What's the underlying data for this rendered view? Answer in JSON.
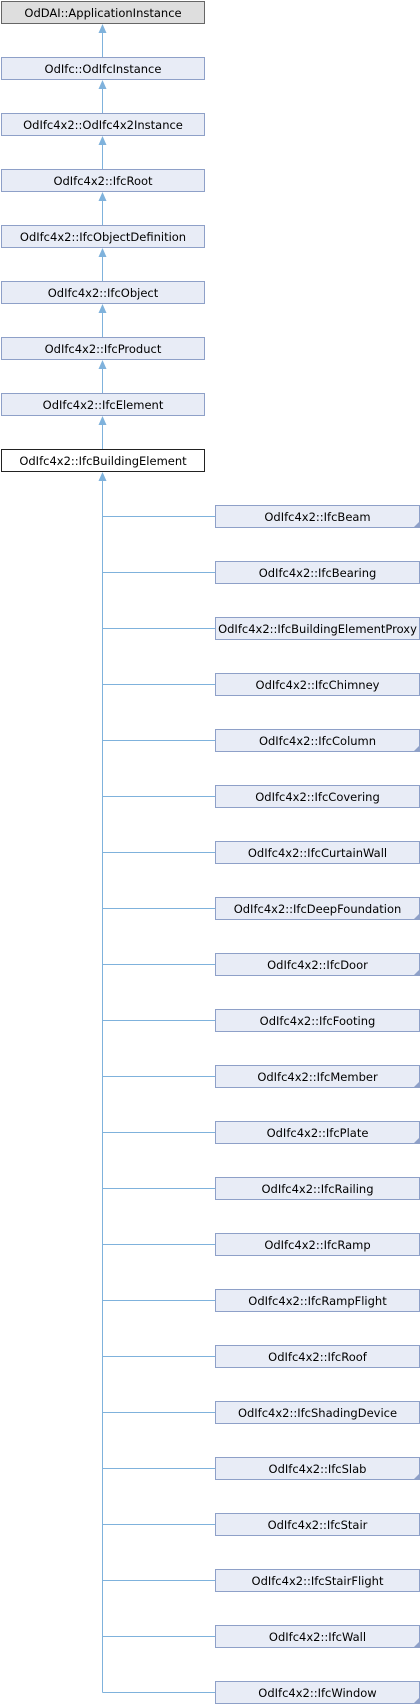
{
  "ancestors": [
    {
      "label": "OdDAI::ApplicationInstance",
      "style": "gray"
    },
    {
      "label": "OdIfc::OdIfcInstance",
      "style": "normal"
    },
    {
      "label": "OdIfc4x2::OdIfc4x2Instance",
      "style": "normal"
    },
    {
      "label": "OdIfc4x2::IfcRoot",
      "style": "normal"
    },
    {
      "label": "OdIfc4x2::IfcObjectDefinition",
      "style": "normal"
    },
    {
      "label": "OdIfc4x2::IfcObject",
      "style": "normal"
    },
    {
      "label": "OdIfc4x2::IfcProduct",
      "style": "normal"
    },
    {
      "label": "OdIfc4x2::IfcElement",
      "style": "normal"
    }
  ],
  "current": {
    "label": "OdIfc4x2::IfcBuildingElement"
  },
  "children": [
    {
      "label": "OdIfc4x2::IfcBeam",
      "has_more": true
    },
    {
      "label": "OdIfc4x2::IfcBearing",
      "has_more": false
    },
    {
      "label": "OdIfc4x2::IfcBuildingElementProxy",
      "has_more": false
    },
    {
      "label": "OdIfc4x2::IfcChimney",
      "has_more": false
    },
    {
      "label": "OdIfc4x2::IfcColumn",
      "has_more": true
    },
    {
      "label": "OdIfc4x2::IfcCovering",
      "has_more": false
    },
    {
      "label": "OdIfc4x2::IfcCurtainWall",
      "has_more": false
    },
    {
      "label": "OdIfc4x2::IfcDeepFoundation",
      "has_more": true
    },
    {
      "label": "OdIfc4x2::IfcDoor",
      "has_more": true
    },
    {
      "label": "OdIfc4x2::IfcFooting",
      "has_more": false
    },
    {
      "label": "OdIfc4x2::IfcMember",
      "has_more": true
    },
    {
      "label": "OdIfc4x2::IfcPlate",
      "has_more": true
    },
    {
      "label": "OdIfc4x2::IfcRailing",
      "has_more": false
    },
    {
      "label": "OdIfc4x2::IfcRamp",
      "has_more": false
    },
    {
      "label": "OdIfc4x2::IfcRampFlight",
      "has_more": false
    },
    {
      "label": "OdIfc4x2::IfcRoof",
      "has_more": false
    },
    {
      "label": "OdIfc4x2::IfcShadingDevice",
      "has_more": false
    },
    {
      "label": "OdIfc4x2::IfcSlab",
      "has_more": true
    },
    {
      "label": "OdIfc4x2::IfcStair",
      "has_more": false
    },
    {
      "label": "OdIfc4x2::IfcStairFlight",
      "has_more": false
    },
    {
      "label": "OdIfc4x2::IfcWall",
      "has_more": true
    },
    {
      "label": "OdIfc4x2::IfcWindow",
      "has_more": true
    }
  ],
  "colors": {
    "node_fill": "#e8ecf6",
    "node_stroke": "#8ea0c8",
    "root_fill": "#dedede",
    "current_stroke": "#222222",
    "edge": "#7fb2dc"
  }
}
